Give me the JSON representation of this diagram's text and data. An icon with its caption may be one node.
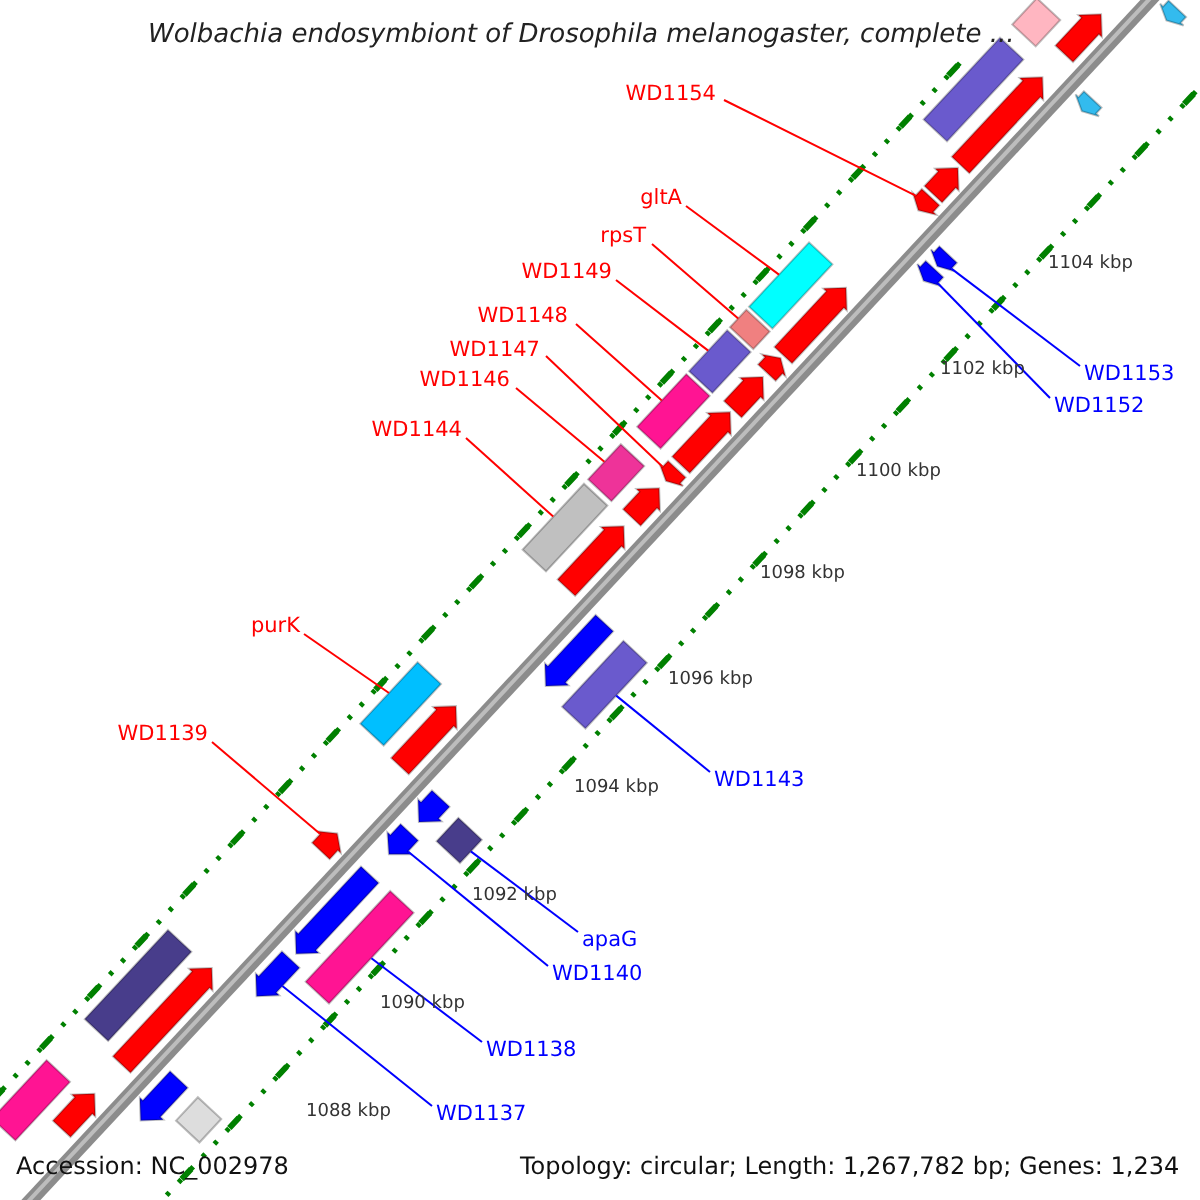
{
  "diagram": {
    "title": "Wolbachia endosymbiont of Drosophila melanogaster, complete ...",
    "nodes": [
      {
        "text": [
          "WD1154"
        ]
      },
      {
        "text": [
          "gltA"
        ]
      },
      {
        "text": [
          "rpsT"
        ]
      },
      {
        "text": [
          "WD1149"
        ]
      },
      {
        "text": [
          "WD1148"
        ]
      },
      {
        "text": [
          "WD1147"
        ]
      },
      {
        "text": [
          "WD1146"
        ]
      },
      {
        "text": [
          "WD1144"
        ]
      },
      {
        "text": [
          "purK"
        ]
      },
      {
        "text": [
          "WD1139"
        ]
      },
      {
        "text": [
          "WD1153"
        ]
      },
      {
        "text": [
          "WD1152"
        ]
      },
      {
        "text": [
          "WD1143"
        ]
      },
      {
        "text": [
          "apaG"
        ]
      },
      {
        "text": [
          "WD1140"
        ]
      },
      {
        "text": [
          "WD1138"
        ]
      },
      {
        "text": [
          "WD1137"
        ]
      },
      {
        "text": [],
        "shape": "box"
      },
      {
        "text": [],
        "shape": "arrow"
      },
      {
        "text": [],
        "shape": "diamond"
      },
      {
        "text": [],
        "shape": "arrow"
      },
      {
        "text": [],
        "shape": "arrow"
      },
      {
        "text": [],
        "shape": "box"
      },
      {
        "text": [],
        "shape": "arrow"
      },
      {
        "text": [],
        "shape": "box"
      },
      {
        "text": [],
        "shape": "arrow"
      },
      {
        "text": [],
        "shape": "arrow"
      },
      {
        "text": [],
        "shape": "arrow"
      },
      {
        "text": [],
        "shape": "diamond"
      },
      {
        "text": [],
        "shape": "arrow"
      },
      {
        "text": [],
        "shape": "arrow"
      },
      {
        "text": [],
        "shape": "box"
      },
      {
        "text": [],
        "shape": "box"
      },
      {
        "text": [],
        "shape": "arrow"
      },
      {
        "text": [],
        "shape": "box"
      },
      {
        "text": [],
        "shape": "arrow"
      },
      {
        "text": [],
        "shape": "box"
      },
      {
        "text": [],
        "shape": "arrow"
      },
      {
        "text": [],
        "shape": "arrow"
      },
      {
        "text": [],
        "shape": "box"
      },
      {
        "text": [],
        "shape": "arrow"
      },
      {
        "text": [],
        "shape": "box"
      },
      {
        "text": [],
        "shape": "arrow"
      },
      {
        "text": [],
        "shape": "arrow"
      },
      {
        "text": [],
        "shape": "box"
      },
      {
        "text": [],
        "shape": "arrow"
      },
      {
        "text": [],
        "shape": "box"
      },
      {
        "text": [],
        "shape": "arrow"
      },
      {
        "text": [],
        "shape": "arrow"
      },
      {
        "text": [],
        "shape": "arrow"
      },
      {
        "text": [],
        "shape": "arrow"
      },
      {
        "text": [],
        "shape": "arrow"
      },
      {
        "text": [],
        "shape": "box"
      },
      {
        "text": [],
        "shape": "arrow"
      },
      {
        "text": [],
        "shape": "diamond"
      },
      {
        "text": [],
        "shape": "arrow"
      },
      {
        "text": [],
        "shape": "arrow"
      }
    ],
    "edges": [
      {
        "from": 0,
        "to": 49,
        "arrow": "none"
      },
      {
        "from": 1,
        "to": 46,
        "arrow": "none"
      },
      {
        "from": 2,
        "to": 44,
        "arrow": "none"
      },
      {
        "from": 3,
        "to": 41,
        "arrow": "none"
      },
      {
        "from": 4,
        "to": 39,
        "arrow": "none"
      },
      {
        "from": 5,
        "to": 38,
        "arrow": "none"
      },
      {
        "from": 6,
        "to": 36,
        "arrow": "none"
      },
      {
        "from": 7,
        "to": 34,
        "arrow": "none"
      },
      {
        "from": 8,
        "to": 31,
        "arrow": "none"
      },
      {
        "from": 9,
        "to": 26,
        "arrow": "none"
      },
      {
        "from": 10,
        "to": 48,
        "arrow": "none",
        "color": "#0000ff"
      },
      {
        "from": 11,
        "to": 47,
        "arrow": "none",
        "color": "#0000ff"
      },
      {
        "from": 12,
        "to": 32,
        "arrow": "none",
        "color": "#0000ff"
      },
      {
        "from": 13,
        "to": 28,
        "arrow": "none",
        "color": "#0000ff"
      },
      {
        "from": 14,
        "to": 27,
        "arrow": "none",
        "color": "#0000ff"
      },
      {
        "from": 15,
        "to": 24,
        "arrow": "none",
        "color": "#0000ff"
      },
      {
        "from": 16,
        "to": 23,
        "arrow": "none",
        "color": "#0000ff"
      }
    ],
    "labels": [
      "1104 kbp",
      "1102 kbp",
      "1100 kbp",
      "1098 kbp",
      "1096 kbp",
      "1094 kbp",
      "1092 kbp",
      "1090 kbp",
      "1088 kbp",
      "Accession: NC_002978",
      "Topology: circular; Length: 1,267,782 bp; Genes: 1,234"
    ]
  }
}
